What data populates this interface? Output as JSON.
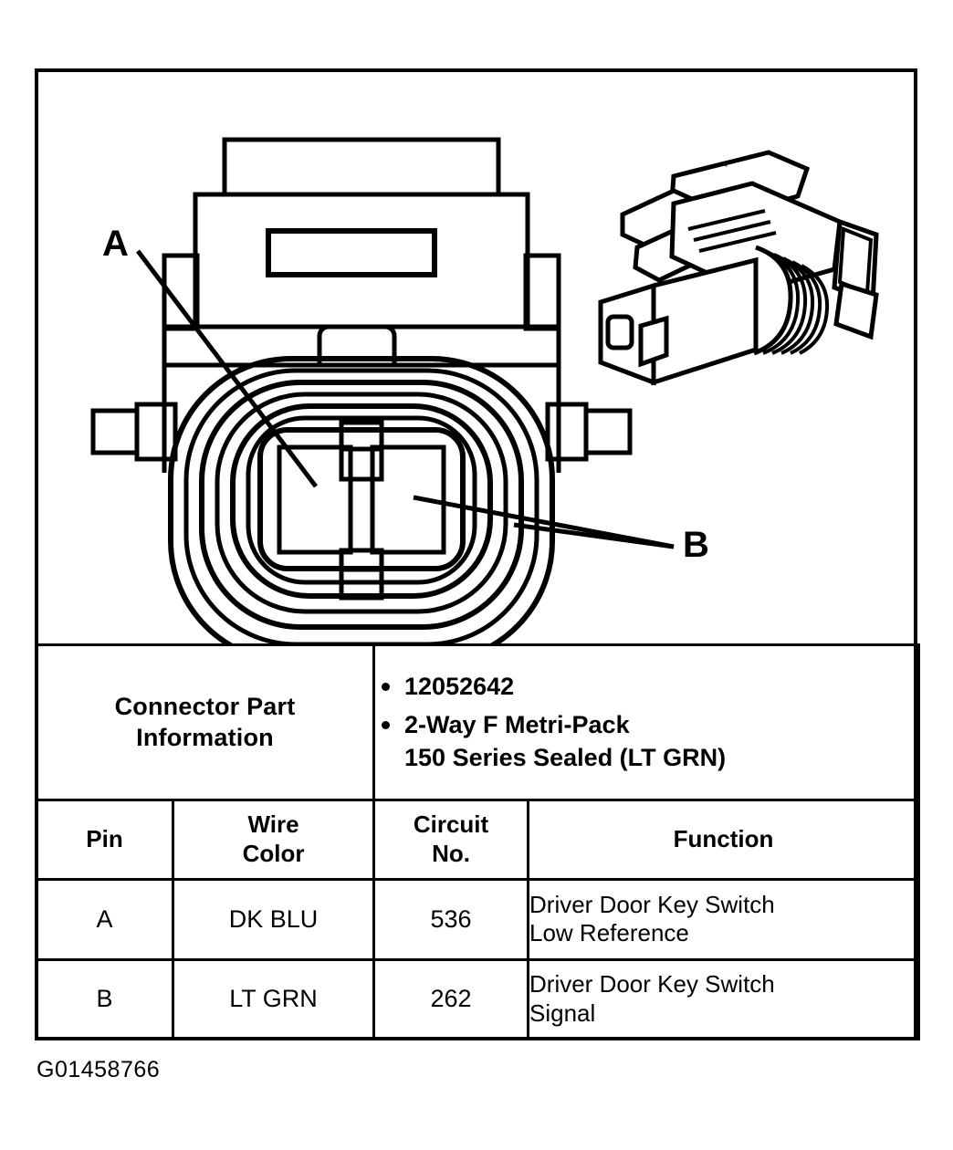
{
  "figure": {
    "id_caption": "G01458766",
    "callouts": {
      "a_label": "A",
      "b_label": "B"
    },
    "views": {
      "face_view_name": "connector-face-view",
      "iso_view_name": "connector-isometric-view"
    }
  },
  "part_info": {
    "label_line1": "Connector Part",
    "label_line2": "Information",
    "bullets": [
      "12052642",
      "2-Way F Metri-Pack\n150 Series Sealed (LT GRN)"
    ],
    "bullet_1": "12052642",
    "bullet_2_line1": "2-Way F Metri-Pack",
    "bullet_2_line2": "150 Series Sealed (LT GRN)"
  },
  "pinout_table": {
    "headers": {
      "pin": "Pin",
      "wire_color_line1": "Wire",
      "wire_color_line2": "Color",
      "circuit_no_line1": "Circuit",
      "circuit_no_line2": "No.",
      "function": "Function"
    },
    "rows": [
      {
        "pin": "A",
        "wire_color": "DK BLU",
        "circuit_no": "536",
        "function_line1": "Driver Door Key Switch",
        "function_line2": "Low Reference"
      },
      {
        "pin": "B",
        "wire_color": "LT GRN",
        "circuit_no": "262",
        "function_line1": "Driver Door Key Switch",
        "function_line2": "Signal"
      }
    ]
  },
  "colors": {
    "ink": "#000000",
    "paper": "#ffffff"
  }
}
